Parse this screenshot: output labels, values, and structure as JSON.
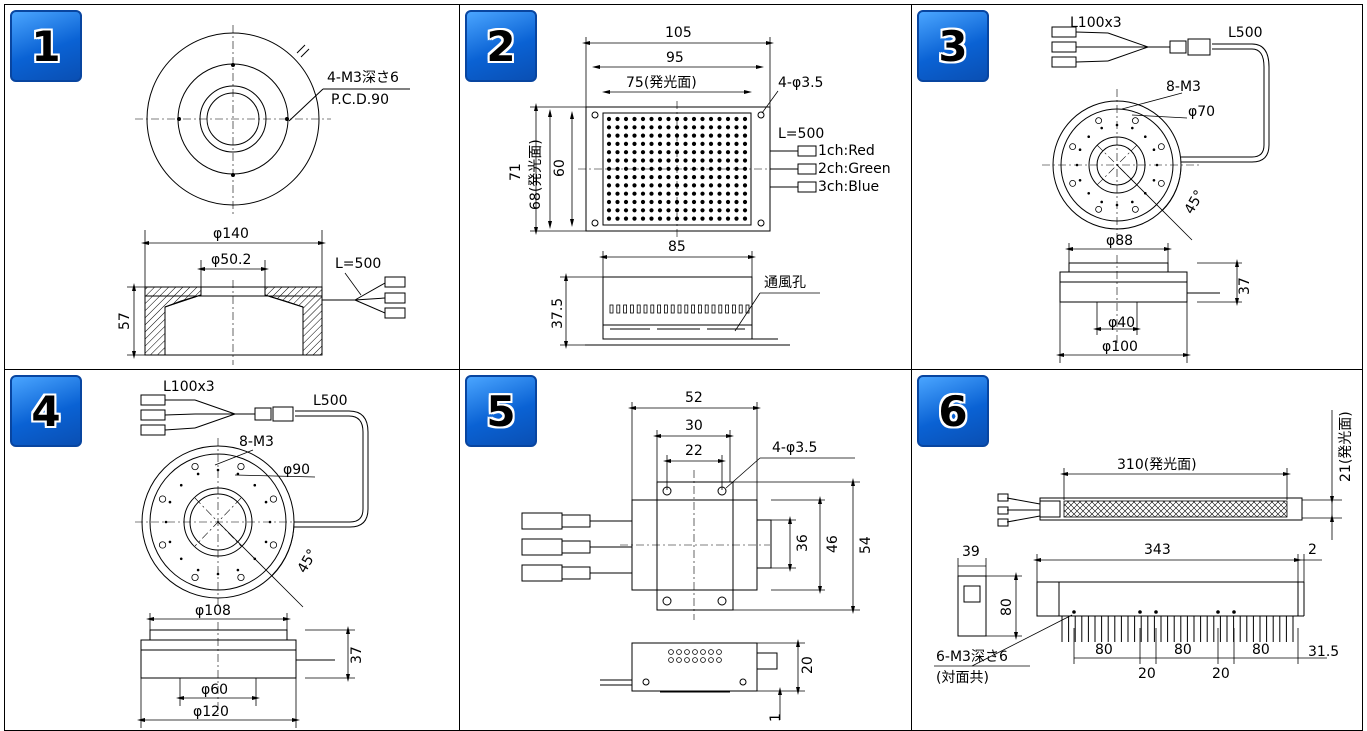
{
  "panels": [
    {
      "badge": "1",
      "pcd_label": "4-M3深さ6",
      "pcd_value": "P.C.D.90",
      "dia_outer": "φ140",
      "dia_inner": "φ50.2",
      "height": "57",
      "cable": "L=500"
    },
    {
      "badge": "2",
      "w_total": "105",
      "w_holes": "95",
      "w_emit": "75(発光面)",
      "holes": "4-φ3.5",
      "h_total": "71",
      "h_emit": "68(発光面)",
      "h_holes": "60",
      "cable": "L=500",
      "ch1": "1ch:Red",
      "ch2": "2ch:Green",
      "ch3": "3ch:Blue",
      "w_side": "85",
      "vent": "通風孔",
      "h_side": "37.5"
    },
    {
      "badge": "3",
      "cable_branch": "L100x3",
      "cable_main": "L500",
      "screws": "8-M3",
      "pcd": "φ70",
      "angle": "45°",
      "dia_top": "φ88",
      "height": "37",
      "dia_inner": "φ40",
      "dia_outer": "φ100"
    },
    {
      "badge": "4",
      "cable_branch": "L100x3",
      "cable_main": "L500",
      "screws": "8-M3",
      "pcd": "φ90",
      "angle": "45°",
      "dia_top": "φ108",
      "height": "37",
      "dia_inner": "φ60",
      "dia_outer": "φ120"
    },
    {
      "badge": "5",
      "w_total": "52",
      "w_mid": "30",
      "w_inner": "22",
      "holes": "4-φ3.5",
      "h_small": "36",
      "h_mid": "46",
      "h_total": "54",
      "h_side": "20",
      "h_base": "1"
    },
    {
      "badge": "6",
      "emit_len": "310(発光面)",
      "emit_h": "21(発光面)",
      "total_len": "343",
      "gap": "2",
      "end_w": "39",
      "end_h": "80",
      "pitch1": "80",
      "pitch2": "80",
      "pitch3": "80",
      "space1": "20",
      "space2": "20",
      "end_margin": "31.5",
      "screws": "6-M3深さ6",
      "both_sides": "(対面共)"
    }
  ]
}
